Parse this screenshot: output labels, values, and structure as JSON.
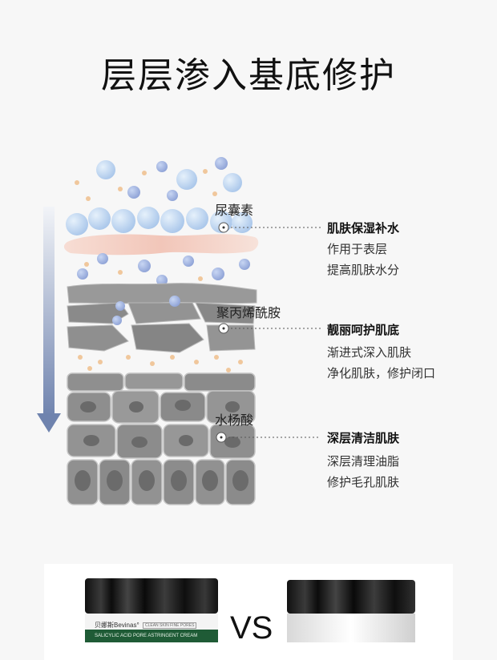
{
  "title": "层层渗入基底修护",
  "ingredients": [
    {
      "name": "尿囊素",
      "benefit_title": "肌肤保湿补水",
      "desc_line1": "作用于表层",
      "desc_line2": "提高肌肤水分"
    },
    {
      "name": "聚丙烯酰胺",
      "benefit_title": "靓丽呵护肌底",
      "desc_line1": "渐进式深入肌肤",
      "desc_line2": "净化肌肤，修护闭口"
    },
    {
      "name": "水杨酸",
      "benefit_title": "深层清洁肌肤",
      "desc_line1": "深层清理油脂",
      "desc_line2": "修护毛孔肌肤"
    }
  ],
  "comparison": {
    "vs_text": "VS",
    "brand": "贝娜斯Bevinas°",
    "brand_sub": "CLEAN SKIN FINE PORES",
    "band_text": "SALICYLIC ACID PORE ASTRINGENT CREAM"
  },
  "colors": {
    "arrow": "#7d8fb5",
    "bubble": "#b9d3ef",
    "bubble_dark": "#96a9d9",
    "pink_layer": "#f4cfc5",
    "cell": "#8c8c8c",
    "cell_dark": "#6c6c6c",
    "brand_green": "#1f5b36"
  }
}
